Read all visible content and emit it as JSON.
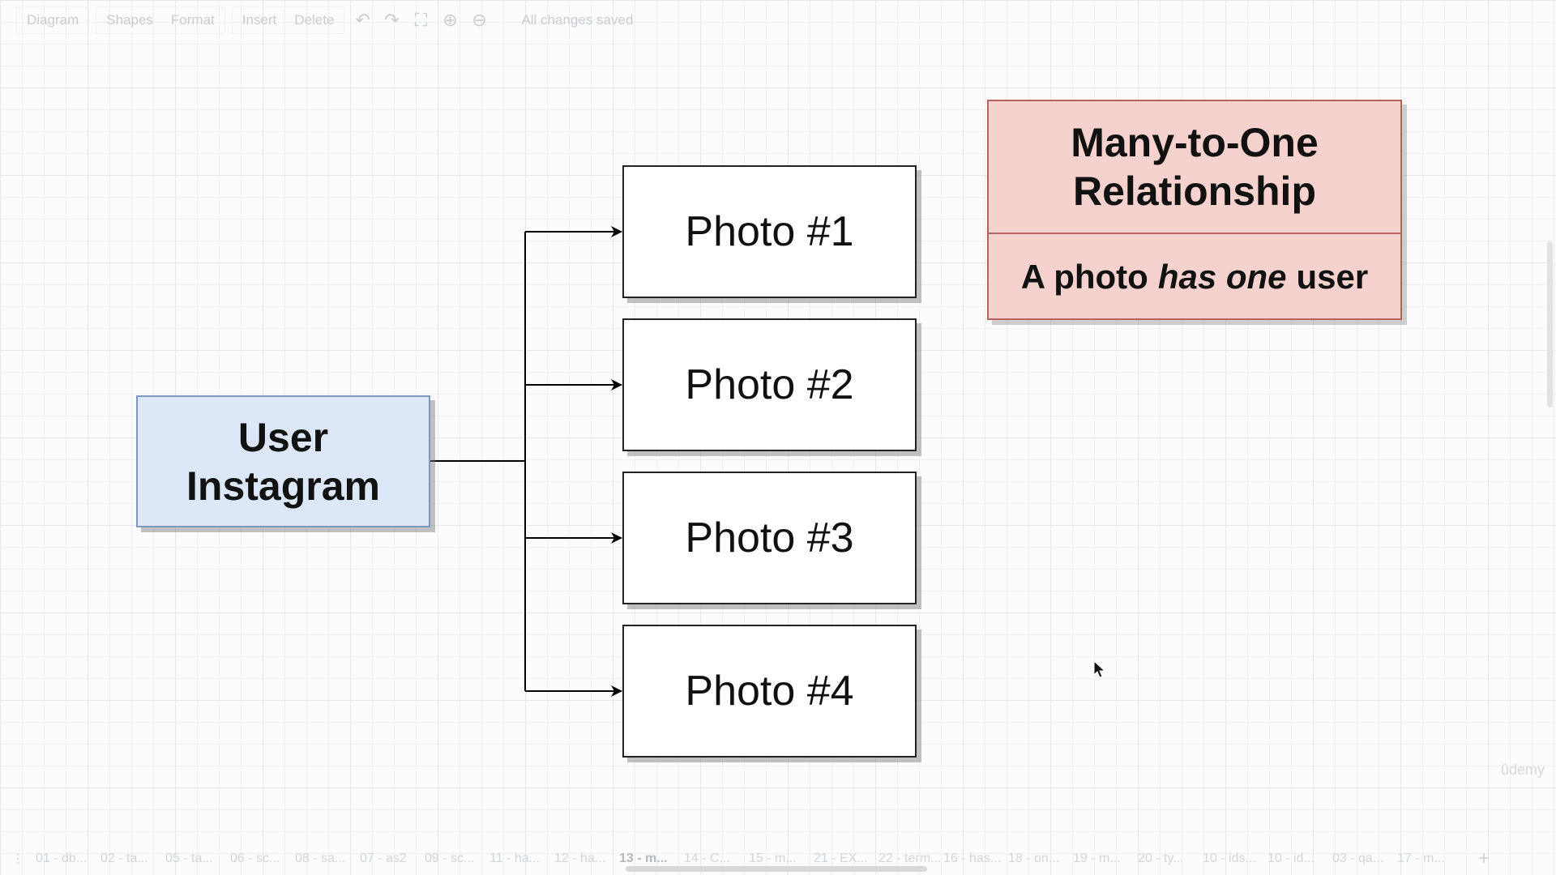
{
  "toolbar": {
    "diagram_menu": "Diagram",
    "shapes": "Shapes",
    "format": "Format",
    "insert": "Insert",
    "delete": "Delete",
    "status": "All changes saved"
  },
  "diagram": {
    "user_box": {
      "line1": "User",
      "line2": "Instagram"
    },
    "photos": [
      "Photo #1",
      "Photo #2",
      "Photo #3",
      "Photo #4"
    ],
    "note": {
      "title_line1": "Many-to-One",
      "title_line2": "Relationship",
      "body_part1": "A photo",
      "body_emphasis": "has one",
      "body_part2": "user"
    }
  },
  "tabs": [
    "01 - db...",
    "02 - ta...",
    "05 - ta...",
    "06 - sc...",
    "08 - sa...",
    "07 - as2",
    "09 - sc...",
    "11 - ha...",
    "12 - ha...",
    "13 - m...",
    "14 - C...",
    "15 - m...",
    "21 - EX...",
    "22 - term...",
    "16 - has...",
    "18 - on...",
    "19 - m...",
    "20 - ty...",
    "10 - ids...",
    "10 - id...",
    "03 - qa...",
    "17 - m..."
  ],
  "active_tab_index": 9,
  "watermark": "ûdemy",
  "colors": {
    "user_fill": "#dce7f7",
    "user_stroke": "#7d97bd",
    "note_fill": "#f5d2cd",
    "note_stroke": "#b8625b"
  }
}
